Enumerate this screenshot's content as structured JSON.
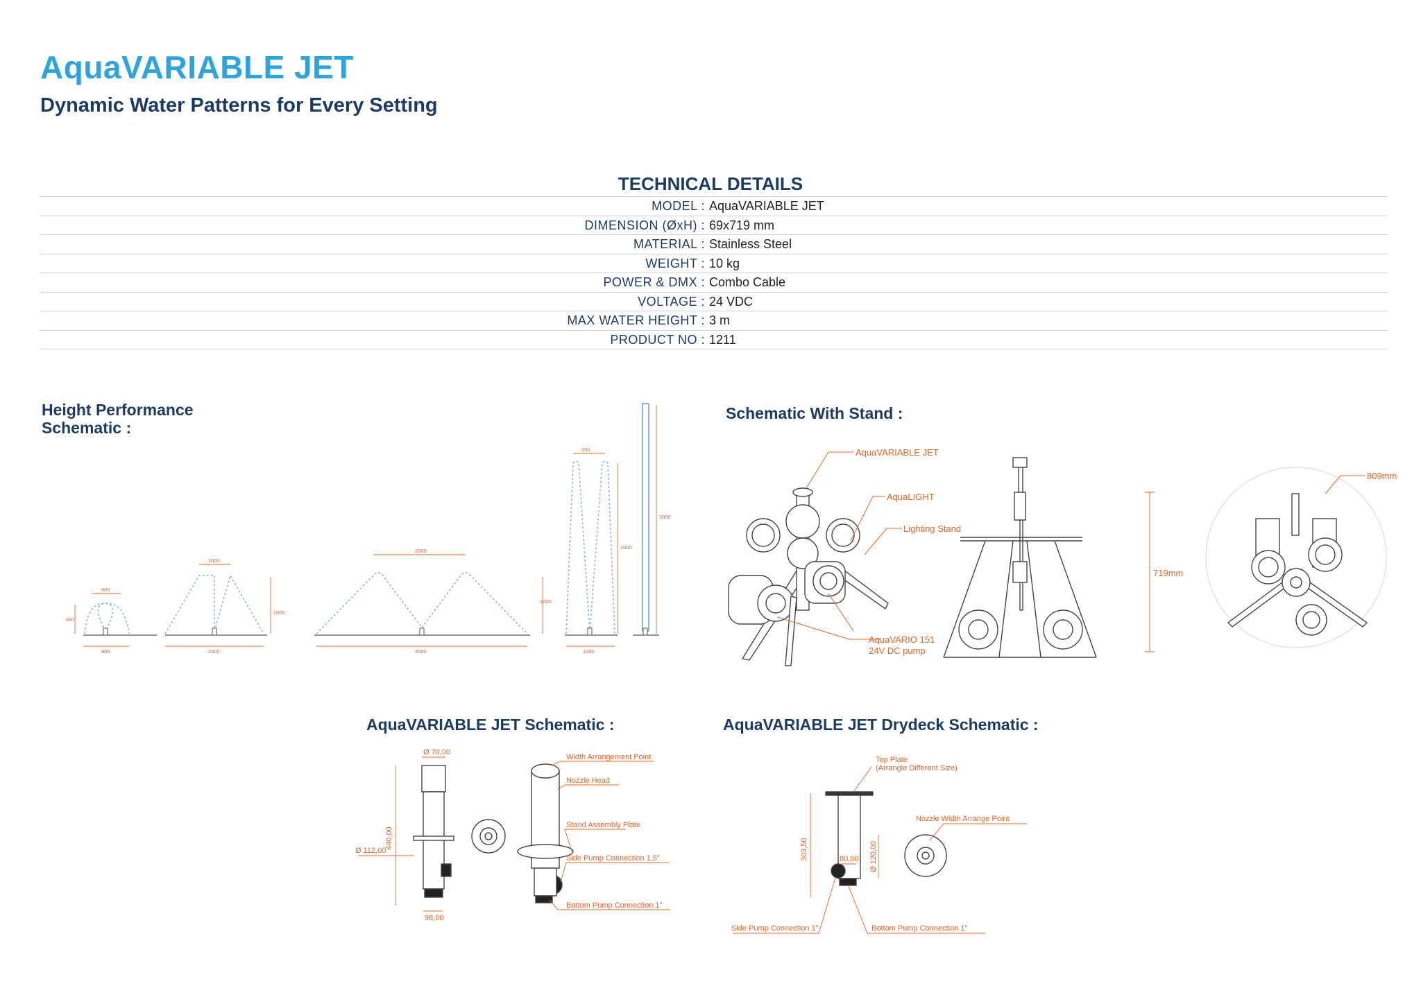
{
  "header": {
    "title": "AquaVARIABLE JET",
    "subtitle": "Dynamic Water Patterns for Every Setting"
  },
  "technical_details": {
    "heading": "TECHNICAL DETAILS",
    "rows": [
      {
        "label": "MODEL :",
        "value": "AquaVARIABLE JET"
      },
      {
        "label": "DIMENSION (ØxH) :",
        "value": "69x719 mm"
      },
      {
        "label": "MATERIAL :",
        "value": "Stainless Steel"
      },
      {
        "label": "WEIGHT :",
        "value": "10 kg"
      },
      {
        "label": "POWER & DMX :",
        "value": "Combo Cable"
      },
      {
        "label": "VOLTAGE :",
        "value": "24 VDC"
      },
      {
        "label": "MAX WATER HEIGHT :",
        "value": "3 m"
      },
      {
        "label": "PRODUCT NO :",
        "value": "1211"
      }
    ]
  },
  "height_performance": {
    "title_line1": "Height Performance",
    "title_line2": "Schematic :",
    "dims": {
      "a_w": "600",
      "a_h": "160",
      "a_base": "900",
      "b_w": "1000",
      "b_h": "1000",
      "b_base": "2400",
      "c_w": "2000",
      "c_h": "1200",
      "c_base": "4000",
      "d_w": "500",
      "d_h": "2000",
      "d_base": "1200",
      "e_h": "3000"
    }
  },
  "stand": {
    "title": "Schematic With Stand :",
    "labels": {
      "jet": "AquaVARIABLE JET",
      "light": "AquaLIGHT",
      "stand": "Lighting Stand",
      "pump1": "AquaVARIO 151",
      "pump2": "24V DC pump",
      "height": "719mm",
      "diameter": "809mm"
    }
  },
  "jet_schematic": {
    "title": "AquaVARIABLE JET Schematic :",
    "labels": {
      "d70": "Ø 70,00",
      "h440": "440,00",
      "d112": "Ø 112,00",
      "w98": "98,00",
      "width_point": "Width Arrangement Point",
      "nozzle_head": "Nozzle Head",
      "plate": "Stand Assembly Plate",
      "side_pump": "Side Pump Connection 1,5\"",
      "bottom_pump": "Bottom Pump Connection 1\""
    }
  },
  "drydeck": {
    "title": "AquaVARIABLE JET Drydeck Schematic :",
    "labels": {
      "top_plate1": "Top Plate",
      "top_plate2": "(Arrangle Different Size)",
      "nozzle_width": "Nozzle Width Arrange Point",
      "h303": "303,50",
      "d120": "Ø 120,00",
      "w80": "80,00",
      "side_pump": "Side Pump Connection 1\"",
      "bottom_pump": "Bottom Pump Connection 1\""
    }
  }
}
